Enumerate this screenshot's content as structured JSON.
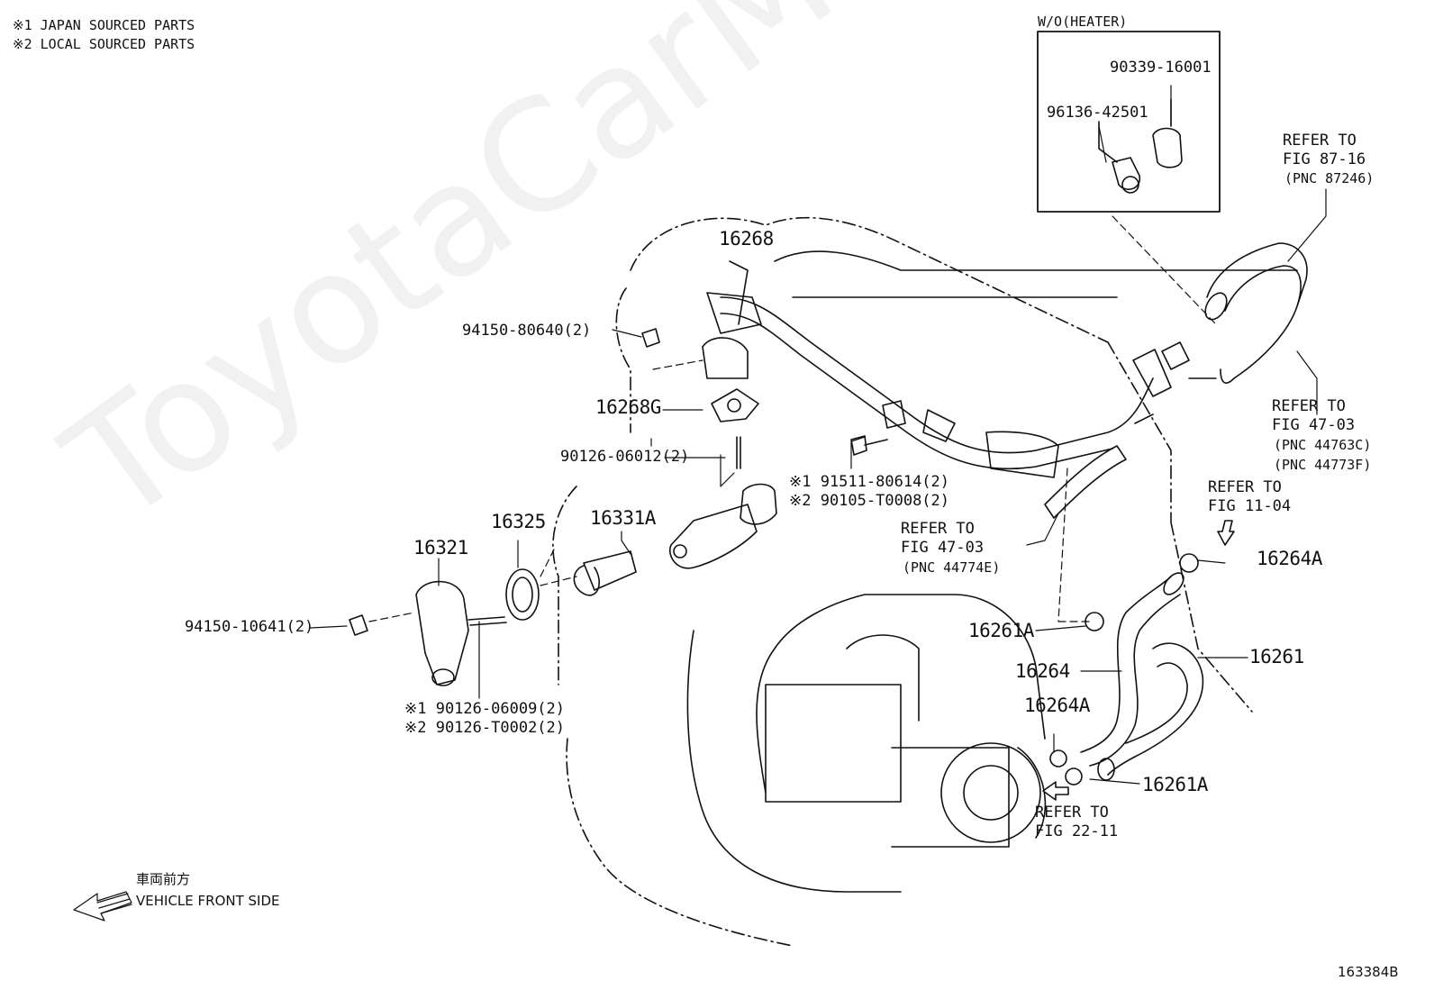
{
  "notes": [
    "※1 JAPAN SOURCED PARTS",
    "※2 LOCAL SOURCED PARTS"
  ],
  "inset": {
    "title": "W/O(HEATER)",
    "parts": [
      "90339-16001",
      "96136-42501"
    ]
  },
  "parts": {
    "p16268": "16268",
    "p94150_80640": "94150-80640(2)",
    "p16268G": "16268G",
    "p90126_06012": "90126-06012(2)",
    "p91511": "※1 91511-80614(2)",
    "p90105": "※2 90105-T0008(2)",
    "p16331A": "16331A",
    "p16325": "16325",
    "p16321": "16321",
    "p94150_10641": "94150-10641(2)",
    "p90126_06009": "※1 90126-06009(2)",
    "p90126_T0002": "※2 90126-T0002(2)",
    "p16264A_top": "16264A",
    "p16261A_top": "16261A",
    "p16264": "16264",
    "p16261": "16261",
    "p16264A_bot": "16264A",
    "p16261A_bot": "16261A"
  },
  "refs": {
    "r87_16": [
      "REFER TO",
      "FIG 87-16",
      "(PNC 87246)"
    ],
    "r47_03_right": [
      "REFER TO",
      "FIG 47-03",
      "(PNC 44763C)",
      "(PNC 44773F)"
    ],
    "r11_04": [
      "REFER TO",
      "FIG 11-04"
    ],
    "r47_03_mid": [
      "REFER TO",
      "FIG 47-03",
      "(PNC 44774E)"
    ],
    "r22_11": [
      "REFER TO",
      "FIG 22-11"
    ]
  },
  "direction": {
    "jp": "車両前方",
    "en": "VEHICLE FRONT SIDE"
  },
  "watermark": "ToyotaCarMine.ru",
  "figure_id": "163384B"
}
